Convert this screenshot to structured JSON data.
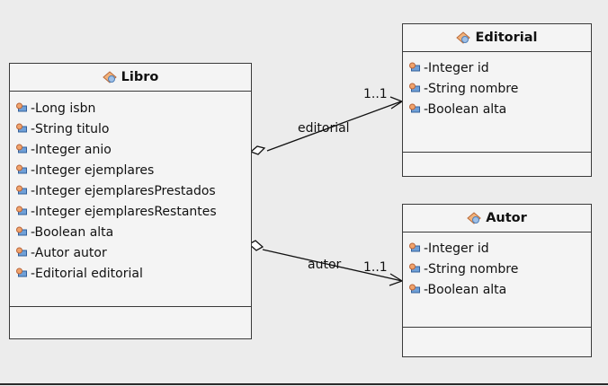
{
  "classes": {
    "libro": {
      "name": "Libro",
      "attributes": [
        "-Long isbn",
        "-String titulo",
        "-Integer anio",
        "-Integer ejemplares",
        "-Integer ejemplaresPrestados",
        "-Integer ejemplaresRestantes",
        "-Boolean alta",
        "-Autor autor",
        "-Editorial editorial"
      ]
    },
    "editorial": {
      "name": "Editorial",
      "attributes": [
        "-Integer id",
        "-String nombre",
        "-Boolean alta"
      ]
    },
    "autor": {
      "name": "Autor",
      "attributes": [
        "-Integer id",
        "-String nombre",
        "-Boolean alta"
      ]
    }
  },
  "associations": {
    "editorial": {
      "role": "editorial",
      "multiplicity": "1..1"
    },
    "autor": {
      "role": "autor",
      "multiplicity": "1..1"
    }
  },
  "icons": {
    "class_icon": "class-icon",
    "attribute_icon": "private-field-icon"
  }
}
